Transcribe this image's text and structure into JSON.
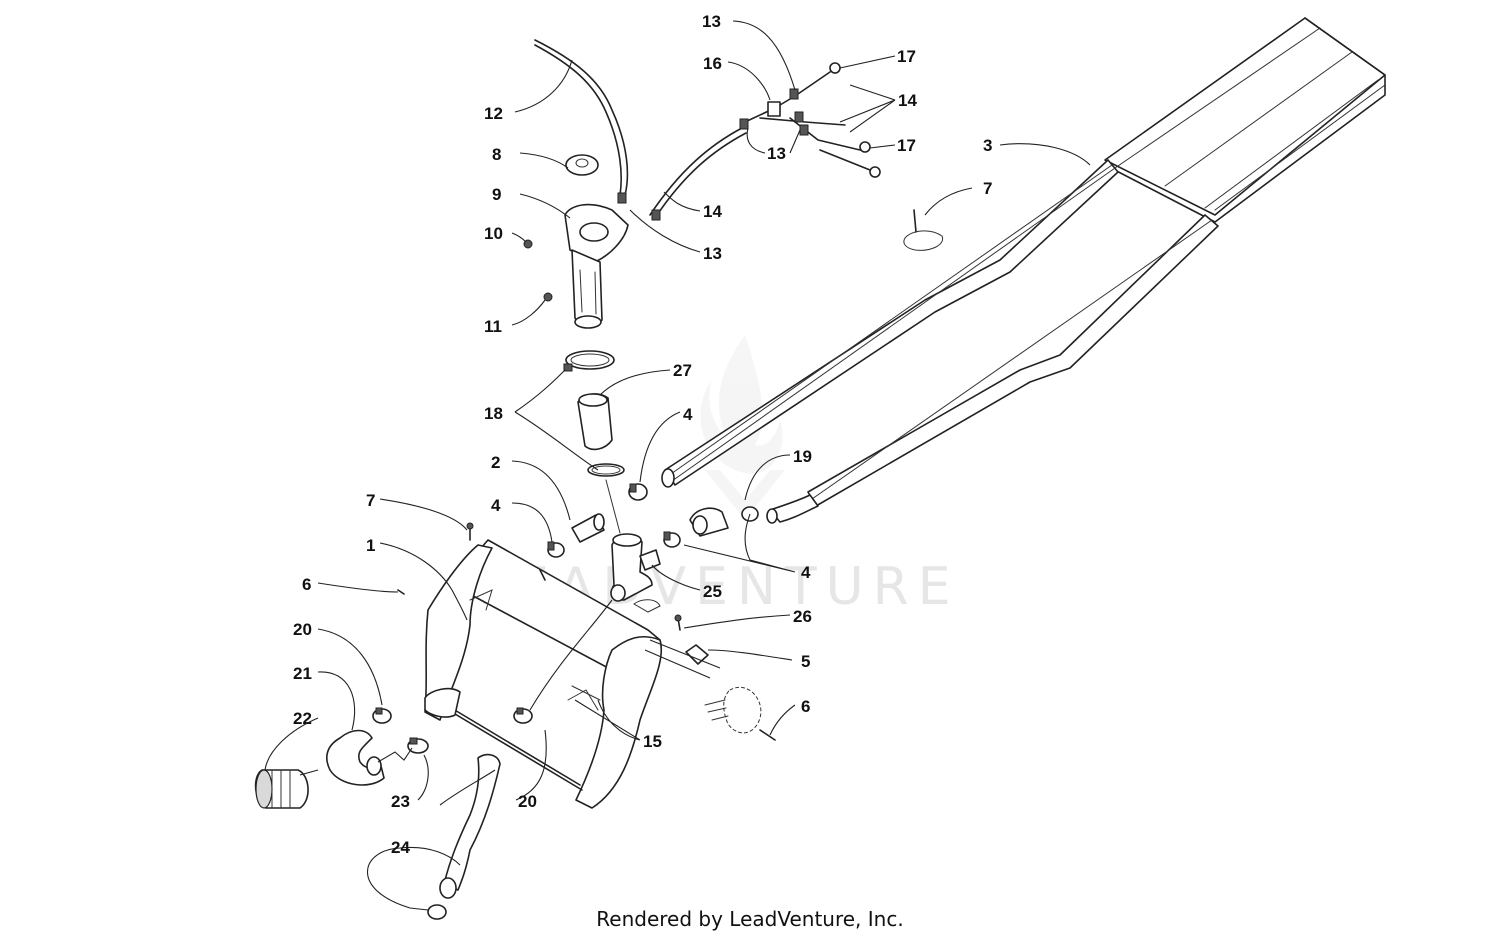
{
  "callouts": [
    {
      "id": "c1",
      "label": "1"
    },
    {
      "id": "c2",
      "label": "2"
    },
    {
      "id": "c3",
      "label": "3"
    },
    {
      "id": "c4a",
      "label": "4"
    },
    {
      "id": "c4b",
      "label": "4"
    },
    {
      "id": "c4c",
      "label": "4"
    },
    {
      "id": "c5",
      "label": "5"
    },
    {
      "id": "c6a",
      "label": "6"
    },
    {
      "id": "c6b",
      "label": "6"
    },
    {
      "id": "c7a",
      "label": "7"
    },
    {
      "id": "c7b",
      "label": "7"
    },
    {
      "id": "c8",
      "label": "8"
    },
    {
      "id": "c9",
      "label": "9"
    },
    {
      "id": "c10",
      "label": "10"
    },
    {
      "id": "c11",
      "label": "11"
    },
    {
      "id": "c12",
      "label": "12"
    },
    {
      "id": "c13a",
      "label": "13"
    },
    {
      "id": "c13b",
      "label": "13"
    },
    {
      "id": "c13c",
      "label": "13"
    },
    {
      "id": "c14a",
      "label": "14"
    },
    {
      "id": "c14b",
      "label": "14"
    },
    {
      "id": "c15",
      "label": "15"
    },
    {
      "id": "c16",
      "label": "16"
    },
    {
      "id": "c17a",
      "label": "17"
    },
    {
      "id": "c17b",
      "label": "17"
    },
    {
      "id": "c18",
      "label": "18"
    },
    {
      "id": "c19",
      "label": "19"
    },
    {
      "id": "c20a",
      "label": "20"
    },
    {
      "id": "c20b",
      "label": "20"
    },
    {
      "id": "c21",
      "label": "21"
    },
    {
      "id": "c22",
      "label": "22"
    },
    {
      "id": "c23",
      "label": "23"
    },
    {
      "id": "c24",
      "label": "24"
    },
    {
      "id": "c25",
      "label": "25"
    },
    {
      "id": "c26",
      "label": "26"
    },
    {
      "id": "c27",
      "label": "27"
    }
  ],
  "watermark": "LEADVENTURE",
  "footer": "Rendered by LeadVenture, Inc.",
  "colors": {
    "line": "#222222",
    "watermark": "#e6e6e6",
    "background": "#ffffff"
  }
}
